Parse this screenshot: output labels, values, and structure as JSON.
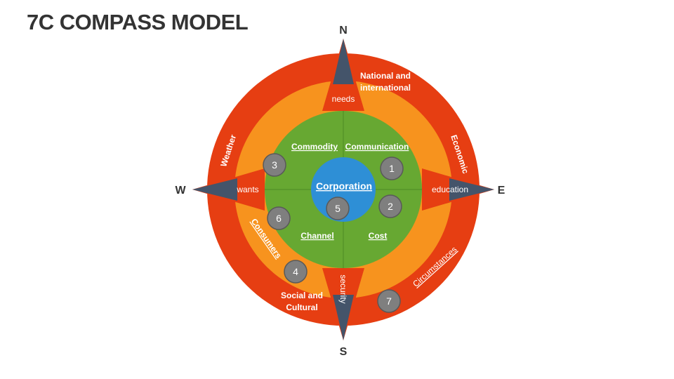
{
  "title": "7C COMPASS MODEL",
  "directions": {
    "n": "N",
    "s": "S",
    "e": "E",
    "w": "W"
  },
  "center": {
    "label": "Corporation",
    "number": "5"
  },
  "inner": {
    "commodity": "Commodity",
    "communication": "Communication",
    "channel": "Channel",
    "cost": "Cost"
  },
  "middle": {
    "needs": "needs",
    "wants": "wants",
    "education": "education",
    "security": "security",
    "consumers": "Consumers"
  },
  "outer": {
    "national_line1": "National and",
    "national_line2": "international",
    "weather": "Weather",
    "economic": "Economic",
    "circumstances": "Circumstances",
    "social_line1": "Social and",
    "social_line2": "Cultural"
  },
  "badges": {
    "b1": "1",
    "b2": "2",
    "b3": "3",
    "b4": "4",
    "b6": "6",
    "b7": "7"
  },
  "colors": {
    "outer_ring": "#e63e12",
    "middle_ring": "#f7931e",
    "inner_circle": "#67a832",
    "center_circle": "#2e8fd6",
    "needle": "#44546a",
    "badge": "#7f7f7f"
  }
}
